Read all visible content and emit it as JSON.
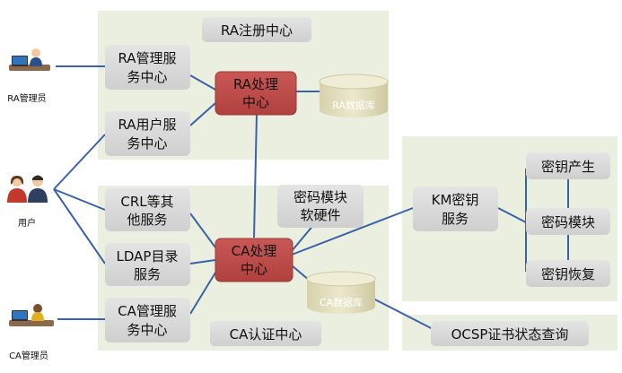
{
  "regions": {
    "ra_center_label": "RA注册中心",
    "ca_center_label": "CA认证中心"
  },
  "actors": {
    "ra_admin": "RA管理员",
    "user": "用户",
    "ca_admin": "CA管理员"
  },
  "ra_boxes": {
    "mgmt": [
      "RA管理服",
      "务中心"
    ],
    "user_svc": [
      "RA用户服",
      "务中心"
    ],
    "processing": [
      "RA处理",
      "中心"
    ],
    "database": "RA数据库"
  },
  "ca_boxes": {
    "crl": [
      "CRL等其",
      "他服务"
    ],
    "ldap": [
      "LDAP目录",
      "服务"
    ],
    "mgmt": [
      "CA管理服",
      "务中心"
    ],
    "processing": [
      "CA处理",
      "中心"
    ],
    "crypto_hw": [
      "密码模块",
      "软硬件"
    ],
    "database": "CA数据库"
  },
  "km": {
    "service": [
      "KM密钥",
      "服务"
    ],
    "keygen": "密钥产生",
    "crypto": "密码模块",
    "recovery": "密钥恢复"
  },
  "ocsp": "OCSP证书状态查询",
  "colors": {
    "region_bg": "#ebefdf",
    "box_bg": "#dcdcdc",
    "red_box": "#c0504d",
    "line": "#3a62a8",
    "db": "#ddd9b8"
  }
}
